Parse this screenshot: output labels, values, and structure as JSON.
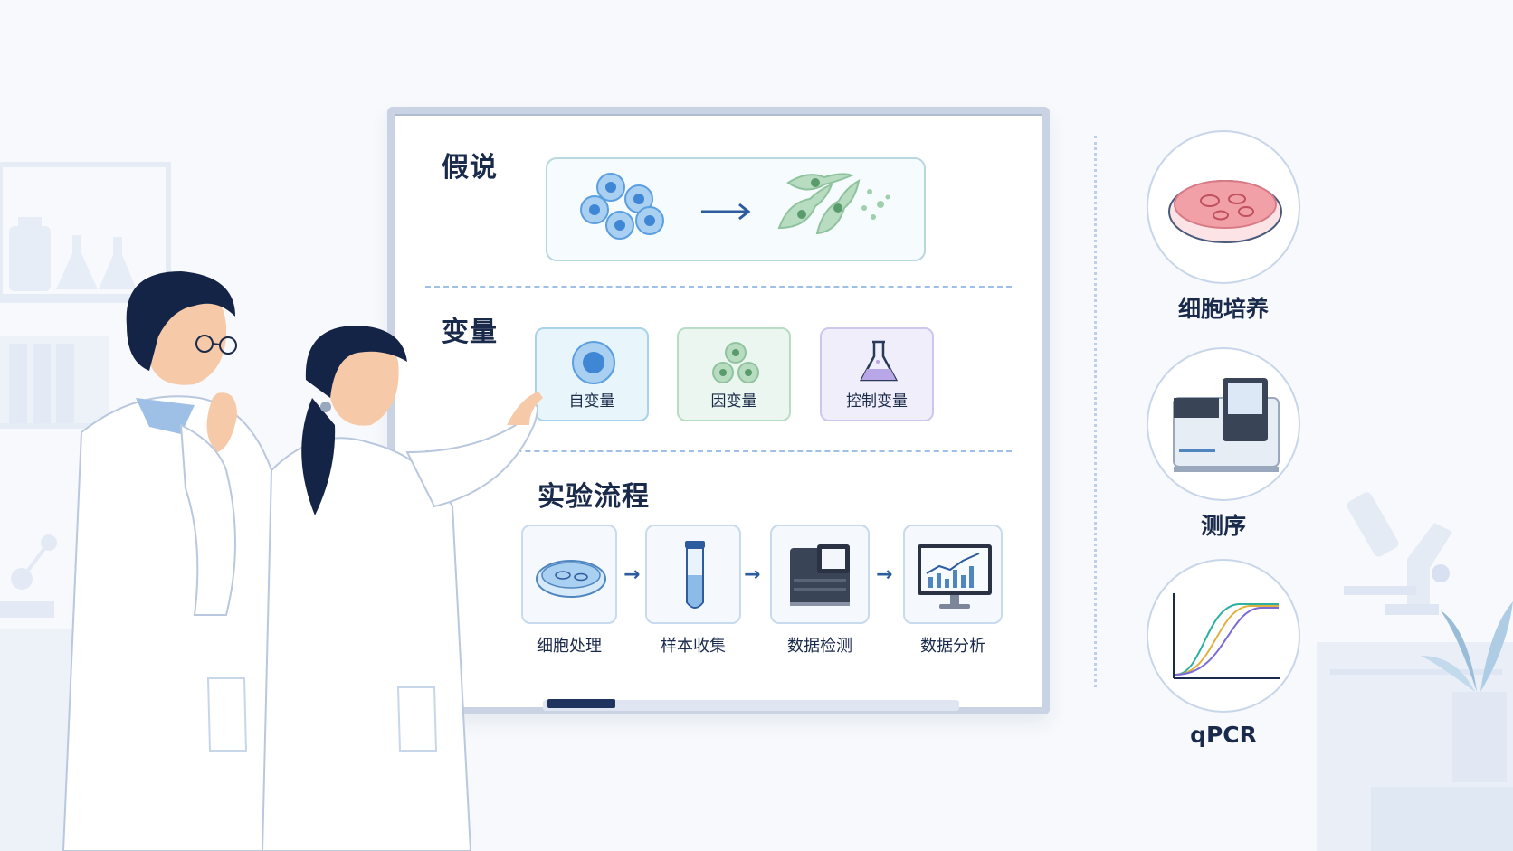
{
  "whiteboard": {
    "hypothesis_title": "假说",
    "variables_title": "变量",
    "variables": [
      {
        "label": "自变量",
        "icon": "single-cell-icon",
        "color": "#e8f5fb"
      },
      {
        "label": "因变量",
        "icon": "cell-cluster-icon",
        "color": "#eaf6ef"
      },
      {
        "label": "控制变量",
        "icon": "flask-icon",
        "color": "#f1eefb"
      }
    ],
    "workflow_title": "实验流程",
    "workflow_steps": [
      {
        "label": "细胞处理",
        "icon": "petri-dish-icon"
      },
      {
        "label": "样本收集",
        "icon": "test-tube-icon"
      },
      {
        "label": "数据检测",
        "icon": "sequencer-icon"
      },
      {
        "label": "数据分析",
        "icon": "monitor-chart-icon"
      }
    ]
  },
  "tools": [
    {
      "label": "细胞培养",
      "icon": "culture-dish-icon"
    },
    {
      "label": "测序",
      "icon": "sequencing-machine-icon"
    },
    {
      "label": "qPCR",
      "icon": "amplification-curve-icon"
    }
  ],
  "colors": {
    "navy": "#1a2a4a",
    "blue_cell": "#5b9fe0",
    "green_cell": "#9fd0ae",
    "petri_pink": "#f2a0a8",
    "coat": "#ffffff"
  }
}
